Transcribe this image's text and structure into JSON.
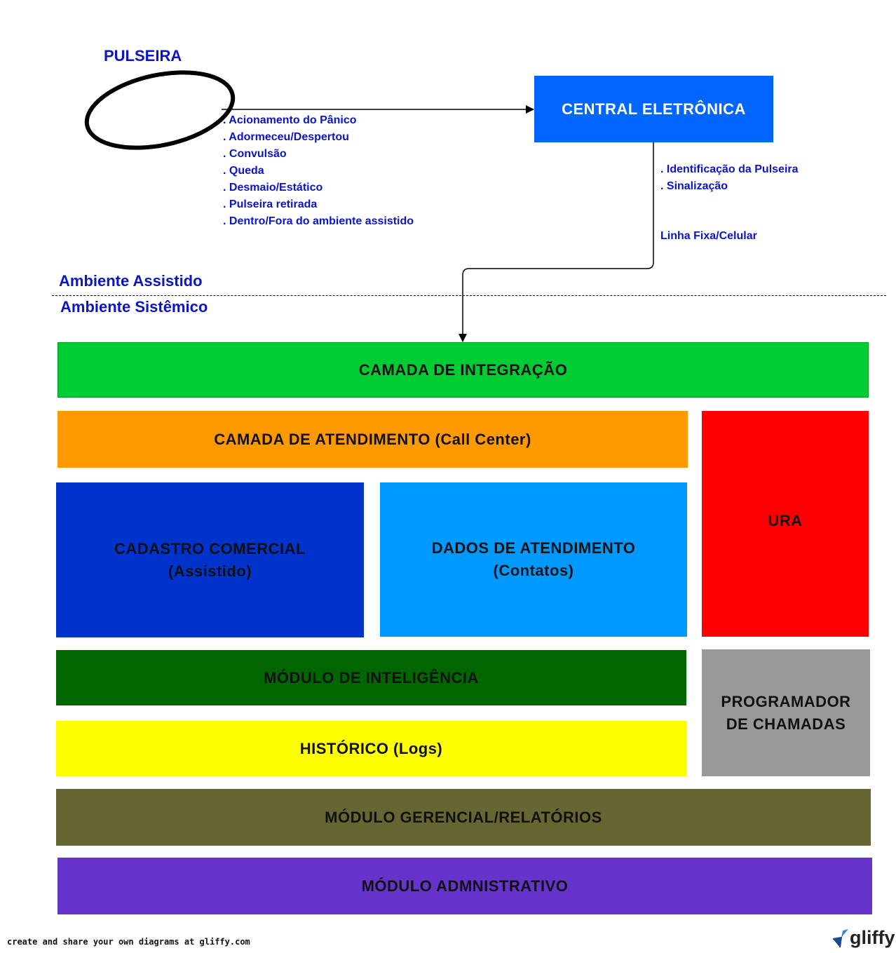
{
  "pulseira": {
    "label": "PULSEIRA",
    "events": [
      ". Acionamento do Pânico",
      ". Adormeceu/Despertou",
      ". Convulsão",
      ". Queda",
      ". Desmaio/Estático",
      ". Pulseira retirada",
      ". Dentro/Fora do ambiente assistido"
    ]
  },
  "central": {
    "label": "CENTRAL ELETRÔNICA",
    "signals": [
      ". Identificação da Pulseira",
      ". Sinalização"
    ],
    "channel": "Linha Fixa/Celular"
  },
  "zones": {
    "assistido": "Ambiente Assistido",
    "sistemico": "Ambiente Sistêmico"
  },
  "blocks": {
    "integracao": "CAMADA DE INTEGRAÇÃO",
    "atendimento": "CAMADA DE ATENDIMENTO (Call Center)",
    "cadastro_l1": "CADASTRO COMERCIAL",
    "cadastro_l2": "(Assistido)",
    "dados_l1": "DADOS DE ATENDIMENTO",
    "dados_l2": "(Contatos)",
    "ura": "URA",
    "inteligencia": "MÓDULO DE INTELIGÊNCIA",
    "historico": "HISTÓRICO (Logs)",
    "programador_l1": "PROGRAMADOR",
    "programador_l2": "DE CHAMADAS",
    "gerencial": "MÓDULO GERENCIAL/RELATÓRIOS",
    "administrativo": "MÓDULO ADMNISTRATIVO"
  },
  "colors": {
    "integracao": "#00cc33",
    "atendimento": "#ff9900",
    "cadastro": "#0033cc",
    "dados": "#0099ff",
    "ura": "#ff0000",
    "inteligencia": "#006600",
    "historico": "#ffff00",
    "programador": "#999999",
    "gerencial": "#666633",
    "administrativo": "#6633cc",
    "central": "#0066ff"
  },
  "footer": {
    "text": "create and share your own diagrams at gliffy.com",
    "logo": "gliffy"
  }
}
